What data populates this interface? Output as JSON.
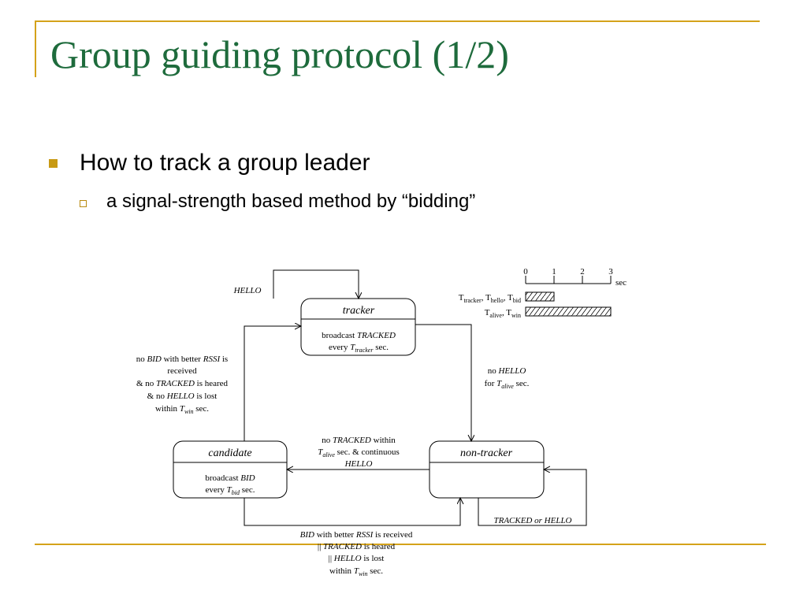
{
  "slide": {
    "title": "Group guiding protocol (1/2)",
    "bullets": [
      {
        "text": "How to track a group leader",
        "sub": [
          {
            "text": "a signal-strength based method by “bidding”"
          }
        ]
      }
    ]
  },
  "diagram": {
    "states": {
      "tracker": {
        "name": "tracker",
        "action": [
          "broadcast ",
          "TRACKED"
        ],
        "every": [
          "every ",
          "T",
          "tracker",
          " sec."
        ]
      },
      "candidate": {
        "name": "candidate",
        "action": [
          "broadcast ",
          "BID"
        ],
        "every": [
          "every ",
          "T",
          "bid",
          " sec."
        ]
      },
      "nontracker": {
        "name": "non-tracker"
      }
    },
    "edges": {
      "self_tracker": "HELLO",
      "self_nontracker": [
        "TRACKED or HELLO"
      ],
      "candidate_to_tracker": {
        "line1": [
          "no ",
          "BID",
          " with better ",
          "RSSI",
          " is"
        ],
        "line2": "received",
        "line3": [
          "& no ",
          "TRACKED",
          " is heared"
        ],
        "line4": [
          "& no ",
          "HELLO",
          " is lost"
        ],
        "line5": [
          "within ",
          "T",
          "win",
          " sec."
        ]
      },
      "tracker_to_nontracker": {
        "line1": [
          "no ",
          "HELLO"
        ],
        "line2": [
          "for ",
          "T",
          "alive",
          " sec."
        ]
      },
      "nontracker_to_candidate": {
        "line1": [
          "no ",
          "TRACKED",
          " within"
        ],
        "line2": [
          "T",
          "alive",
          " sec. & continuous"
        ],
        "line3": "HELLO"
      },
      "candidate_to_nontracker": {
        "line1": [
          "BID",
          " with better ",
          "RSSI",
          " is received"
        ],
        "line2": [
          "|| ",
          "TRACKED",
          " is heared"
        ],
        "line3": [
          "|| ",
          "HELLO",
          " is lost"
        ],
        "line4": [
          "within ",
          "T",
          "win",
          " sec."
        ]
      }
    },
    "timeline": {
      "ticks": [
        "0",
        "1",
        "2",
        "3"
      ],
      "unit": "sec",
      "row1": [
        "T",
        "tracker",
        ", T",
        "hello",
        ", T",
        "bid"
      ],
      "row2": [
        "T",
        "alive",
        ", T",
        "win"
      ],
      "row1_duration_sec": 1,
      "row2_duration_sec": 3
    }
  }
}
